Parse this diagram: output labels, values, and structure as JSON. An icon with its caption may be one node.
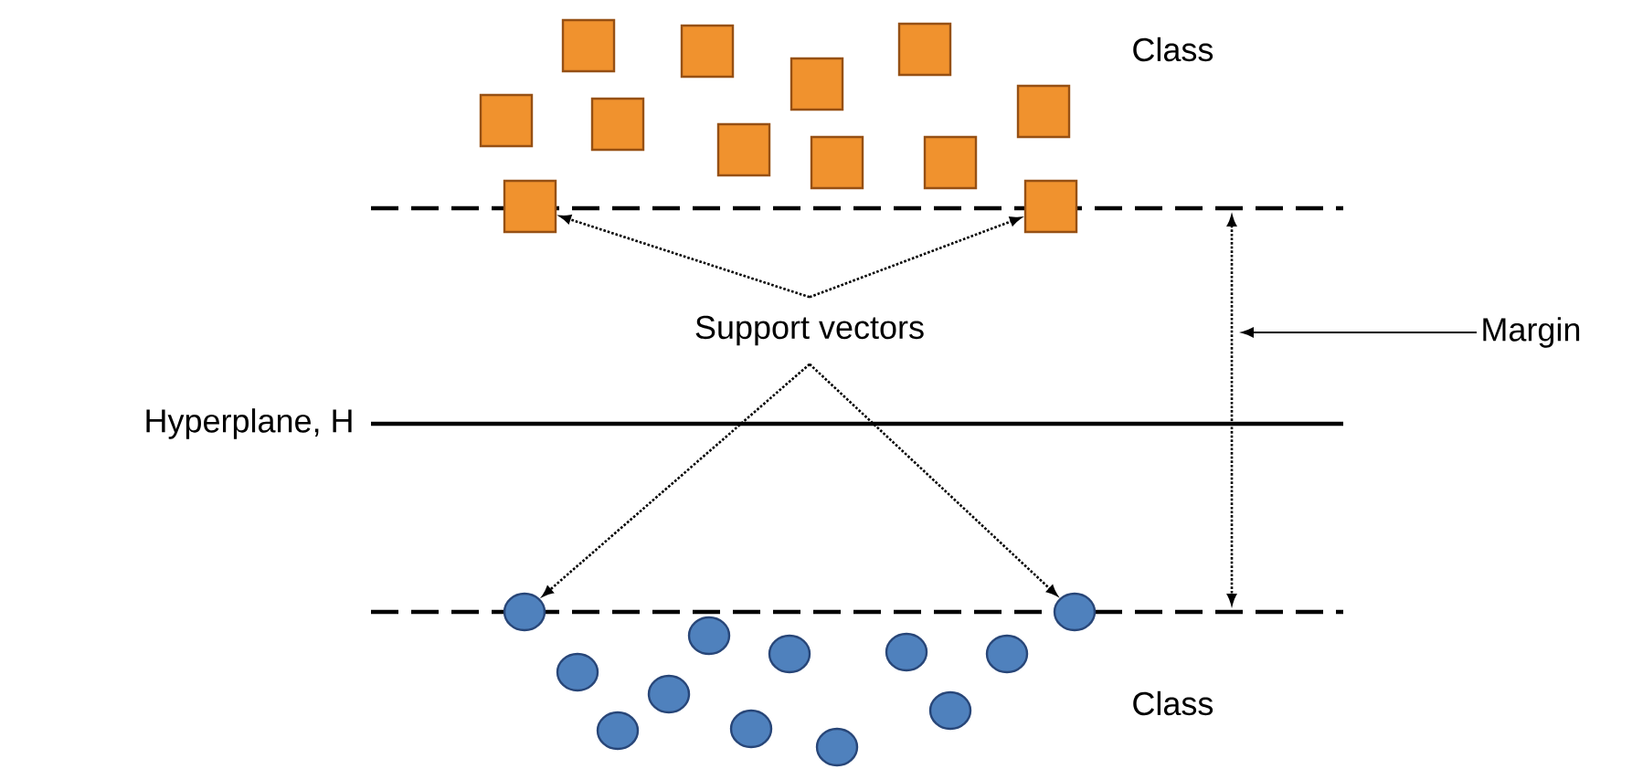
{
  "diagram": {
    "nodes": [
      {
        "text": [
          "Support vectors"
        ]
      },
      {
        "text": [],
        "shape": "box"
      },
      {
        "text": [],
        "shape": "box"
      },
      {
        "text": [],
        "shape": "circle"
      },
      {
        "text": [],
        "shape": "circle"
      },
      {
        "text": [
          "Margin"
        ]
      },
      {
        "text": [],
        "shape": "box"
      },
      {
        "text": [],
        "shape": "box"
      },
      {
        "text": [],
        "shape": "box"
      },
      {
        "text": [],
        "shape": "box"
      },
      {
        "text": [],
        "shape": "box"
      },
      {
        "text": [],
        "shape": "box"
      },
      {
        "text": [],
        "shape": "box"
      },
      {
        "text": [],
        "shape": "box"
      },
      {
        "text": [],
        "shape": "box"
      },
      {
        "text": [],
        "shape": "box"
      },
      {
        "text": [],
        "shape": "circle"
      },
      {
        "text": [],
        "shape": "circle"
      },
      {
        "text": [],
        "shape": "circle"
      },
      {
        "text": [],
        "shape": "circle"
      },
      {
        "text": [],
        "shape": "circle"
      },
      {
        "text": [],
        "shape": "circle"
      },
      {
        "text": [],
        "shape": "circle"
      },
      {
        "text": [],
        "shape": "circle"
      },
      {
        "text": [],
        "shape": "circle"
      },
      {
        "text": [],
        "shape": "circle"
      }
    ],
    "edges": [
      {
        "from": 0,
        "to": 1,
        "arrow": "to",
        "style": "dashed"
      },
      {
        "from": 0,
        "to": 2,
        "arrow": "to",
        "style": "dashed"
      },
      {
        "from": 0,
        "to": 3,
        "arrow": "to",
        "style": "dashed"
      },
      {
        "from": 0,
        "to": 4,
        "arrow": "to",
        "style": "dashed"
      },
      {
        "from": 5,
        "to": null,
        "arrow": "to"
      }
    ],
    "labels": [
      "Class",
      "Hyperplane, H",
      "Class"
    ]
  }
}
